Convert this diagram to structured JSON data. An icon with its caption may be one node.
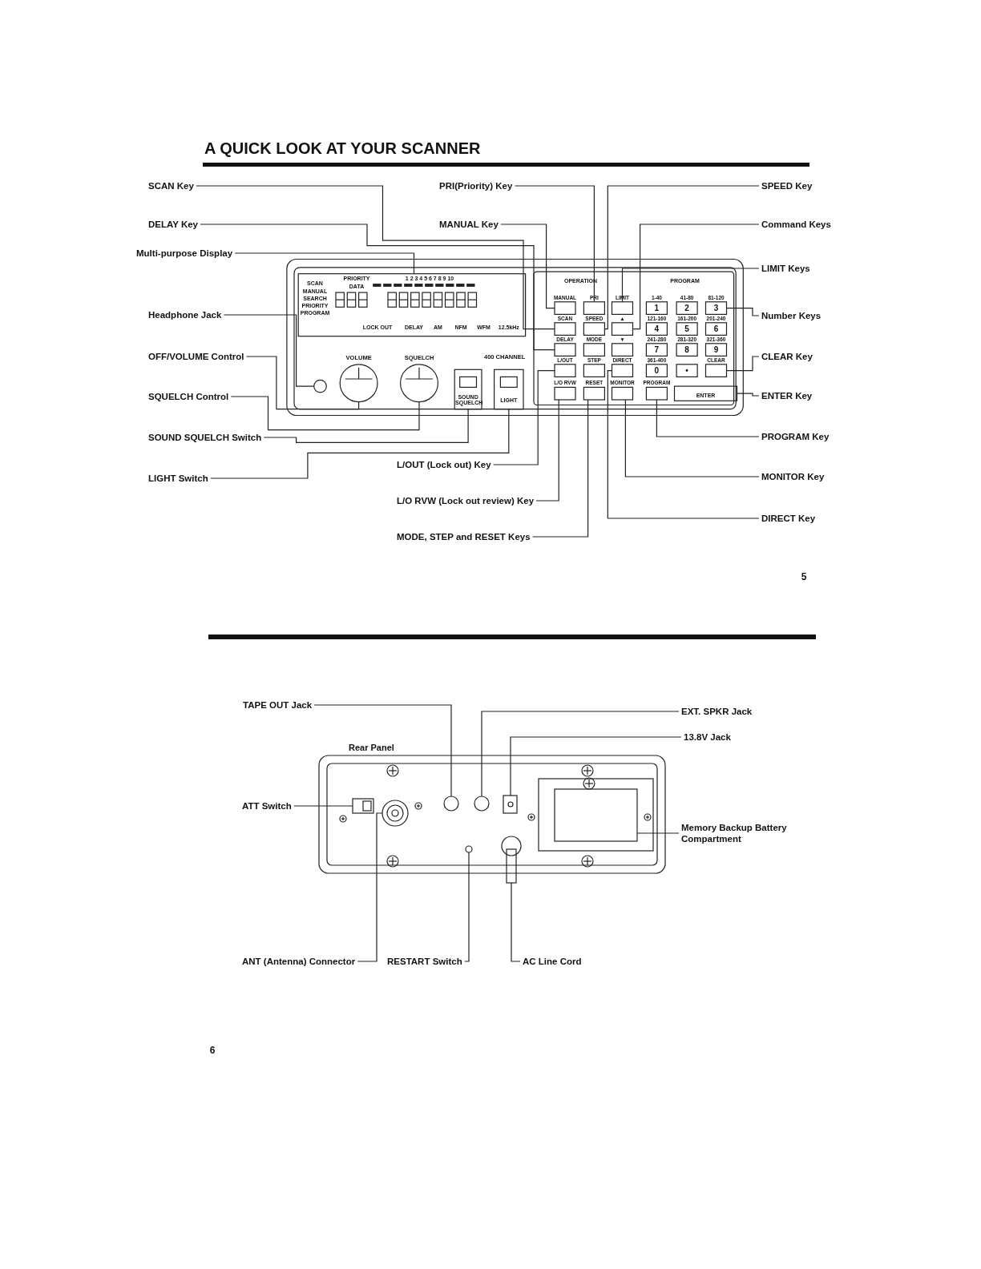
{
  "diagram": {
    "title": "A QUICK LOOK AT YOUR SCANNER",
    "nodes": [
      {
        "text": [
          "SCAN Key"
        ]
      },
      {
        "text": [
          "DELAY Key"
        ]
      },
      {
        "text": [
          "Multi-purpose Display"
        ]
      },
      {
        "text": [
          "Headphone Jack"
        ]
      },
      {
        "text": [
          "OFF/VOLUME Control"
        ]
      },
      {
        "text": [
          "SQUELCH Control"
        ]
      },
      {
        "text": [
          "SOUND SQUELCH Switch"
        ]
      },
      {
        "text": [
          "LIGHT Switch"
        ]
      },
      {
        "text": [
          "PRI(Priority) Key"
        ]
      },
      {
        "text": [
          "MANUAL Key"
        ]
      },
      {
        "text": [
          "L/OUT (Lock out) Key"
        ]
      },
      {
        "text": [
          "L/O RVW (Lock out review) Key"
        ]
      },
      {
        "text": [
          "MODE, STEP and RESET Keys"
        ]
      },
      {
        "text": [
          "SPEED Key"
        ]
      },
      {
        "text": [
          "Command Keys"
        ]
      },
      {
        "text": [
          "LIMIT Keys"
        ]
      },
      {
        "text": [
          "Number Keys"
        ]
      },
      {
        "text": [
          "CLEAR Key"
        ]
      },
      {
        "text": [
          "ENTER Key"
        ]
      },
      {
        "text": [
          "PROGRAM Key"
        ]
      },
      {
        "text": [
          "MONITOR Key"
        ]
      },
      {
        "text": [
          "DIRECT Key"
        ]
      },
      {
        "text": [
          "TAPE OUT Jack"
        ]
      },
      {
        "text": [
          "ATT Switch"
        ]
      },
      {
        "text": [
          "ANT (Antenna) Connector"
        ]
      },
      {
        "text": [
          "RESTART Switch"
        ]
      },
      {
        "text": [
          "AC Line Cord"
        ]
      },
      {
        "text": [
          "EXT. SPKR Jack"
        ]
      },
      {
        "text": [
          "13.8V Jack"
        ]
      },
      {
        "text": [
          "Memory Backup Battery Compartment"
        ]
      },
      {
        "text": [],
        "shape": "box"
      },
      {
        "text": [],
        "shape": "box"
      },
      {
        "text": [],
        "shape": "box"
      },
      {
        "text": [],
        "shape": "circle"
      },
      {
        "text": [],
        "shape": "circle"
      },
      {
        "text": [],
        "shape": "circle"
      },
      {
        "text": [],
        "shape": "box"
      },
      {
        "text": [],
        "shape": "box"
      },
      {
        "text": [],
        "shape": "box"
      },
      {
        "text": [],
        "shape": "box"
      },
      {
        "text": [],
        "shape": "box"
      },
      {
        "text": [],
        "shape": "box"
      },
      {
        "text": [],
        "shape": "box"
      },
      {
        "text": [],
        "shape": "box"
      },
      {
        "text": [],
        "shape": "box"
      },
      {
        "text": [],
        "shape": "box"
      },
      {
        "text": [],
        "shape": "box"
      },
      {
        "text": [],
        "shape": "box"
      },
      {
        "text": [],
        "shape": "box"
      },
      {
        "text": [],
        "shape": "box"
      },
      {
        "text": [],
        "shape": "box"
      },
      {
        "text": [],
        "shape": "box"
      },
      {
        "text": [],
        "shape": "circle"
      },
      {
        "text": [],
        "shape": "box"
      },
      {
        "text": [],
        "shape": "circle"
      },
      {
        "text": [],
        "shape": "circle"
      },
      {
        "text": [],
        "shape": "box"
      },
      {
        "text": [],
        "shape": "circle"
      },
      {
        "text": [],
        "shape": "box"
      },
      {
        "text": [],
        "shape": "box"
      }
    ],
    "edges": [
      {
        "from": 0,
        "to": 30,
        "arrow": "none"
      },
      {
        "from": 1,
        "to": 31,
        "arrow": "none"
      },
      {
        "from": 2,
        "to": 32,
        "arrow": "none"
      },
      {
        "from": 3,
        "to": 33,
        "arrow": "none"
      },
      {
        "from": 4,
        "to": 34,
        "arrow": "none"
      },
      {
        "from": 5,
        "to": 35,
        "arrow": "none"
      },
      {
        "from": 6,
        "to": 36,
        "arrow": "none"
      },
      {
        "from": 7,
        "to": 37,
        "arrow": "none"
      },
      {
        "from": 8,
        "to": 38,
        "arrow": "none"
      },
      {
        "from": 9,
        "to": 39,
        "arrow": "none"
      },
      {
        "from": 10,
        "to": 40,
        "arrow": "none"
      },
      {
        "from": 11,
        "to": 41,
        "arrow": "none"
      },
      {
        "from": 12,
        "to": 42,
        "arrow": "none"
      },
      {
        "from": 13,
        "to": 43,
        "arrow": "none"
      },
      {
        "from": 14,
        "to": 44,
        "arrow": "none"
      },
      {
        "from": 15,
        "to": 45,
        "arrow": "none"
      },
      {
        "from": 16,
        "to": 46,
        "arrow": "none"
      },
      {
        "from": 17,
        "to": 47,
        "arrow": "none"
      },
      {
        "from": 18,
        "to": 48,
        "arrow": "none"
      },
      {
        "from": 19,
        "to": 49,
        "arrow": "none"
      },
      {
        "from": 20,
        "to": 50,
        "arrow": "none"
      },
      {
        "from": 21,
        "to": 51,
        "arrow": "none"
      },
      {
        "from": 22,
        "to": 52,
        "arrow": "none"
      },
      {
        "from": 23,
        "to": 53,
        "arrow": "none"
      },
      {
        "from": 24,
        "to": 54,
        "arrow": "none"
      },
      {
        "from": 25,
        "to": 55,
        "arrow": "none"
      },
      {
        "from": 26,
        "to": 56,
        "arrow": "none"
      },
      {
        "from": 27,
        "to": 57,
        "arrow": "none"
      },
      {
        "from": 28,
        "to": 58,
        "arrow": "none"
      },
      {
        "from": 29,
        "to": 59,
        "arrow": "none"
      }
    ],
    "labels": [
      "SCAN",
      "MANUAL",
      "SEARCH",
      "PRIORITY",
      "PROGRAM",
      "PRIORITY",
      "1 2 3 4 5 6 7 8 9 10",
      "DATA",
      "LOCK OUT",
      "DELAY",
      "AM",
      "NFM",
      "WFM",
      "12.5kHz",
      "VOLUME",
      "SQUELCH",
      "SOUND SQUELCH",
      "LIGHT",
      "400 CHANNEL",
      "OPERATION",
      "PROGRAM",
      "MANUAL",
      "PRI",
      "LIMIT",
      "1-40",
      "41-80",
      "81-120",
      "1",
      "2",
      "3",
      "SCAN",
      "SPEED",
      "▲",
      "121-160",
      "161-200",
      "201-240",
      "4",
      "5",
      "6",
      "DELAY",
      "MODE",
      "▼",
      "241-280",
      "281-320",
      "321-360",
      "7",
      "8",
      "9",
      "L/OUT",
      "STEP",
      "DIRECT",
      "361-400",
      "CLEAR",
      "0",
      "•",
      "L/O RVW",
      "RESET",
      "MONITOR",
      "PROGRAM",
      "ENTER",
      "5",
      "Rear Panel",
      "6"
    ]
  }
}
